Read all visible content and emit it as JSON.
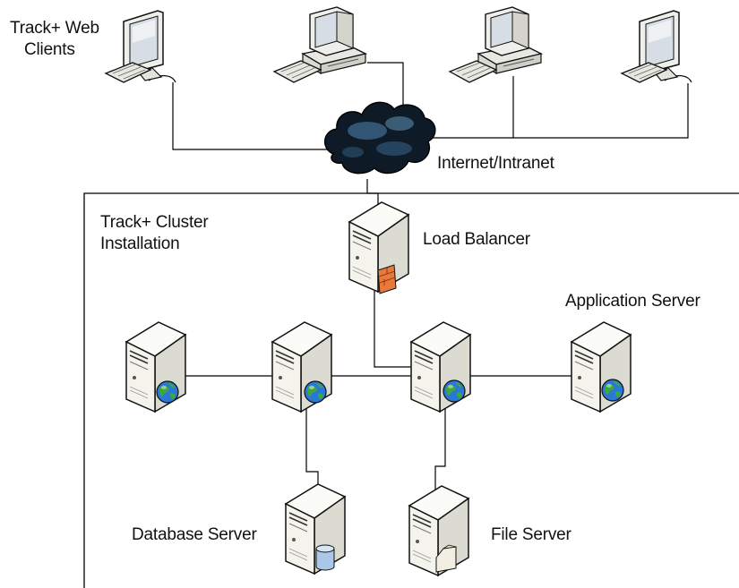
{
  "labels": {
    "clients_line1": "Track+ Web",
    "clients_line2": "Clients",
    "network": "Internet/Intranet",
    "cluster_line1": "Track+ Cluster",
    "cluster_line2": "Installation",
    "load_balancer": "Load Balancer",
    "application_server": "Application Server",
    "database_server": "Database Server",
    "file_server": "File Server"
  },
  "icons": {
    "clients": [
      "monitor-keyboard-icon",
      "desktop-computer-icon",
      "desktop-computer-icon",
      "monitor-keyboard-icon"
    ],
    "network": "cloud-icon",
    "load_balancer": "server-firewall-icon",
    "app_servers": [
      "web-server-icon",
      "web-server-icon",
      "web-server-icon",
      "web-server-icon"
    ],
    "database_server": "database-server-icon",
    "file_server": "file-server-icon"
  },
  "colors": {
    "line": "#000000",
    "server_body": "#f4f3ec",
    "cloud_dark": "#0e1a26",
    "cloud_light": "#3d6a8c",
    "globe": "#2a78d6",
    "globe_land": "#3fa83a",
    "firewall": "#e8793a",
    "cylinder": "#a9c8e8"
  }
}
